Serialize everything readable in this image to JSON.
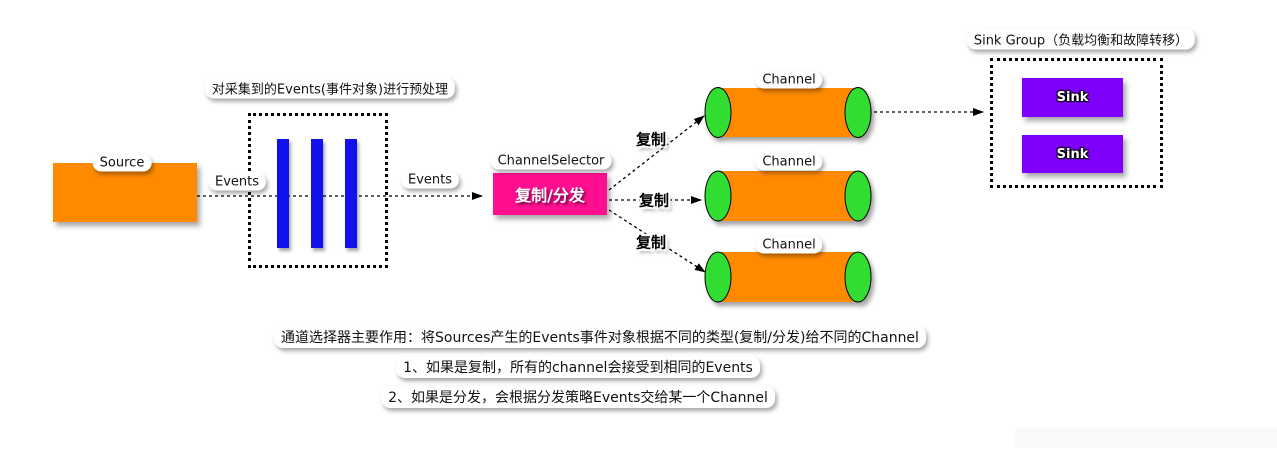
{
  "colors": {
    "orange": "#FF8A00",
    "pink": "#FF0F90",
    "purple": "#7E00FA",
    "green": "#33DD33",
    "blue": "#1111EE"
  },
  "preprocess_note": "对采集到的Events(事件对象)进行预处理",
  "source": {
    "label": "Source"
  },
  "events_labels": [
    "Events",
    "Events"
  ],
  "channel_selector": {
    "title": "ChannelSelector",
    "box_label": "复制/分发"
  },
  "copy_labels": [
    "复制",
    "复制",
    "复制"
  ],
  "channels": [
    {
      "label": "Channel"
    },
    {
      "label": "Channel"
    },
    {
      "label": "Channel"
    }
  ],
  "sink_group": {
    "title": "Sink Group（负载均衡和故障转移）",
    "sinks": [
      {
        "label": "Sink"
      },
      {
        "label": "Sink"
      }
    ]
  },
  "notes": [
    "通道选择器主要作用：将Sources产生的Events事件对象根据不同的类型(复制/分发)给不同的Channel",
    "1、如果是复制，所有的channel会接受到相同的Events",
    "2、如果是分发，会根据分发策略Events交给某一个Channel"
  ]
}
